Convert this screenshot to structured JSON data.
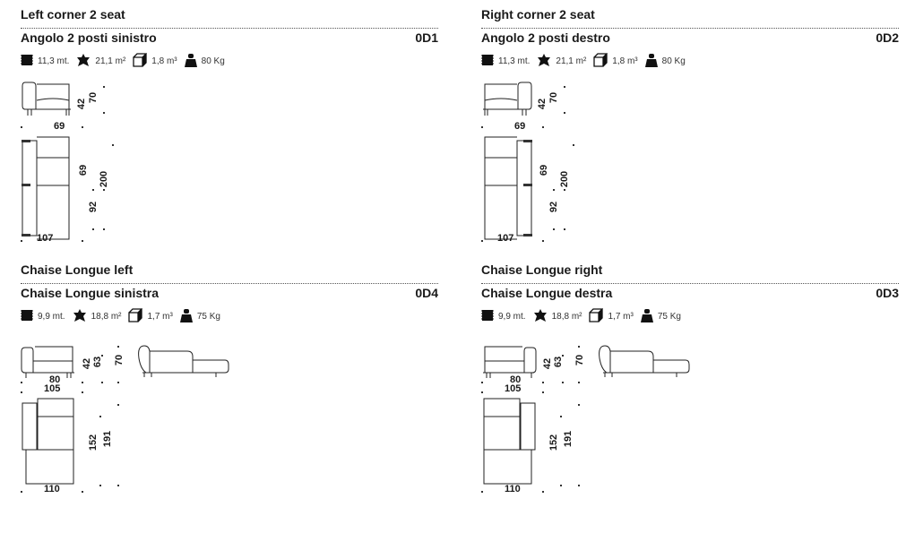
{
  "blocks": [
    {
      "title_en": "Left corner 2 seat",
      "title_it": "Angolo 2 posti sinistro",
      "code": "0D1",
      "type": "corner",
      "side": "left",
      "specs": {
        "fabric": "11,3 mt.",
        "leather": "21,1 m²",
        "volume": "1,8 m³",
        "weight": "80 Kg"
      },
      "dims": [
        "42",
        "70",
        "69",
        "69",
        "200",
        "92",
        "107"
      ]
    },
    {
      "title_en": "Right corner 2 seat",
      "title_it": "Angolo 2 posti destro",
      "code": "0D2",
      "type": "corner",
      "side": "right",
      "specs": {
        "fabric": "11,3 mt.",
        "leather": "21,1 m²",
        "volume": "1,8 m³",
        "weight": "80 Kg"
      },
      "dims": [
        "42",
        "70",
        "69",
        "69",
        "200",
        "92",
        "107"
      ]
    },
    {
      "title_en": "Chaise Longue left",
      "title_it": "Chaise Longue sinistra",
      "code": "0D4",
      "type": "chaise",
      "side": "left",
      "specs": {
        "fabric": "9,9 mt.",
        "leather": "18,8 m²",
        "volume": "1,7 m³",
        "weight": "75 Kg"
      },
      "dims": [
        "42",
        "63",
        "70",
        "80",
        "105",
        "152",
        "191",
        "110"
      ]
    },
    {
      "title_en": "Chaise Longue right",
      "title_it": "Chaise Longue destra",
      "code": "0D3",
      "type": "chaise",
      "side": "right",
      "specs": {
        "fabric": "9,9 mt.",
        "leather": "18,8 m²",
        "volume": "1,7 m³",
        "weight": "75 Kg"
      },
      "dims": [
        "42",
        "63",
        "70",
        "80",
        "105",
        "152",
        "191",
        "110"
      ]
    }
  ],
  "icons": {
    "fabric": "fabric-icon",
    "leather": "leather-hide-icon",
    "volume": "box-volume-icon",
    "weight": "weight-icon"
  }
}
